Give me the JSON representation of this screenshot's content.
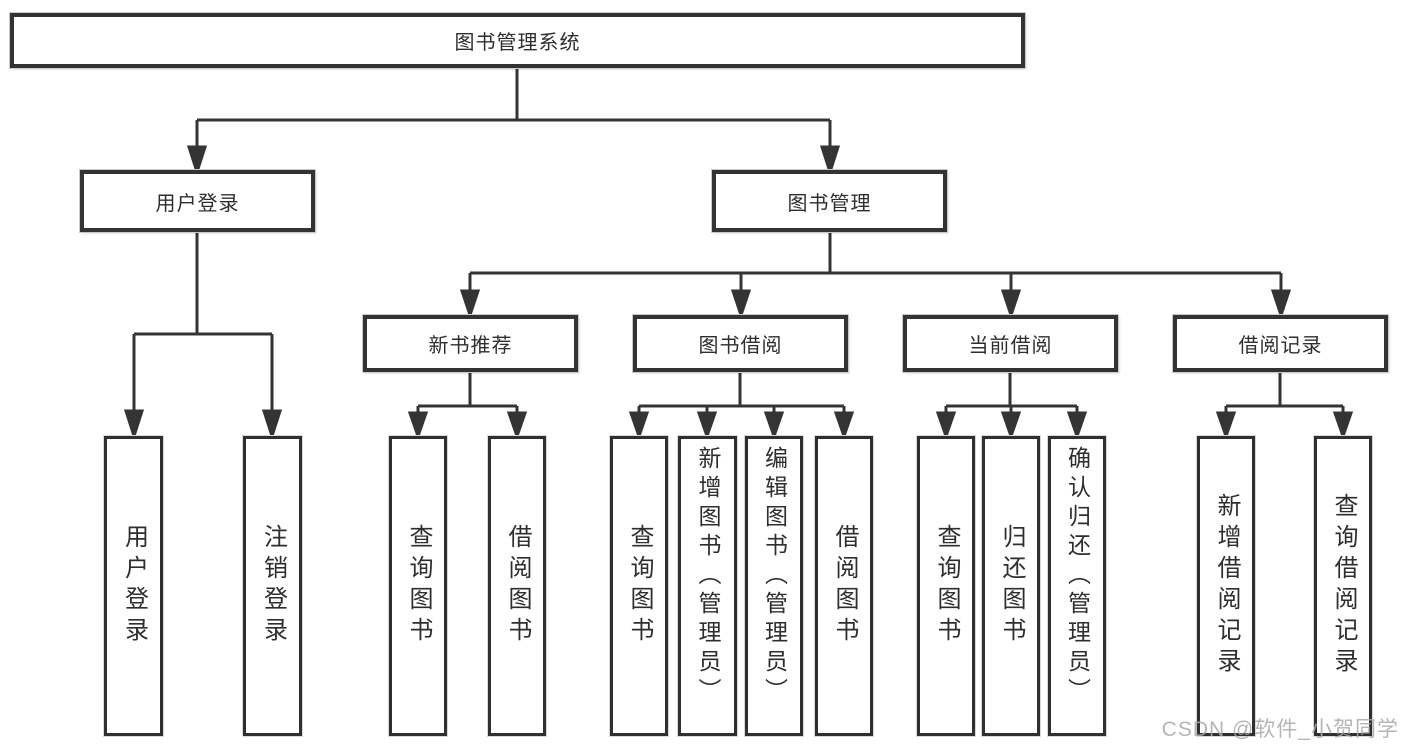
{
  "watermark": "CSDN @软件_小贺同学",
  "colors": {
    "line": "#343434",
    "box_border": "#333333",
    "text": "#2e2e2e",
    "watermark": "#a8a8a8",
    "background": "#ffffff"
  },
  "tree": {
    "root": {
      "label": "图书管理系统",
      "children": [
        {
          "label": "用户登录",
          "children": [
            {
              "label": "用户登录"
            },
            {
              "label": "注销登录"
            }
          ]
        },
        {
          "label": "图书管理",
          "children": [
            {
              "label": "新书推荐",
              "children": [
                {
                  "label": "查询图书"
                },
                {
                  "label": "借阅图书"
                }
              ]
            },
            {
              "label": "图书借阅",
              "children": [
                {
                  "label": "查询图书"
                },
                {
                  "label": "新增图书（管理员）"
                },
                {
                  "label": "编辑图书（管理员）"
                },
                {
                  "label": "借阅图书"
                }
              ]
            },
            {
              "label": "当前借阅",
              "children": [
                {
                  "label": "查询图书"
                },
                {
                  "label": "归还图书"
                },
                {
                  "label": "确认归还（管理员）"
                }
              ]
            },
            {
              "label": "借阅记录",
              "children": [
                {
                  "label": "新增借阅记录"
                },
                {
                  "label": "查询借阅记录"
                }
              ]
            }
          ]
        }
      ]
    }
  }
}
